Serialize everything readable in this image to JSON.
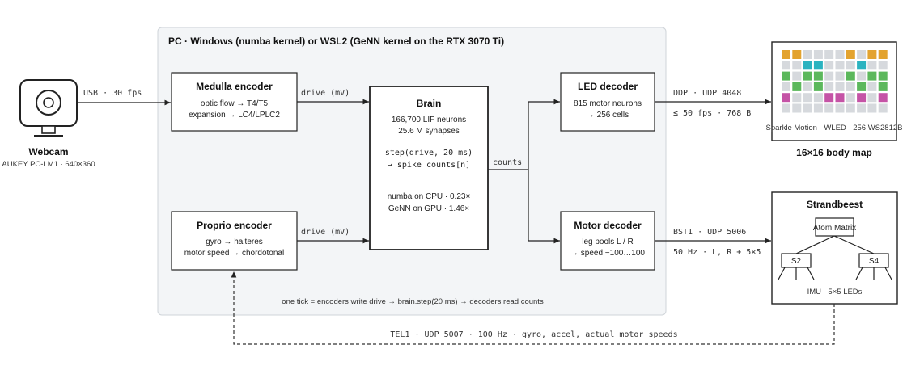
{
  "pc_panel": {
    "title": "PC · Windows (numba kernel) or WSL2 (GeNN kernel on the RTX 3070 Ti)",
    "footnote": "one tick = encoders write drive → brain.step(20 ms) → decoders read counts"
  },
  "webcam": {
    "title": "Webcam",
    "subtitle": "AUKEY PC-LM1 · 640×360",
    "link_label": "USB · 30 fps"
  },
  "medulla": {
    "title": "Medulla encoder",
    "line1": "optic flow → T4/T5",
    "line2": "expansion → LC4/LPLC2",
    "out_label": "drive (mV)"
  },
  "proprio": {
    "title": "Proprio encoder",
    "line1": "gyro → halteres",
    "line2": "motor speed → chordotonal",
    "out_label": "drive (mV)"
  },
  "brain": {
    "title": "Brain",
    "line1": "166,700 LIF neurons",
    "line2": "25.6 M synapses",
    "step1": "step(drive, 20 ms)",
    "step2": "→ spike counts[n]",
    "perf1": "numba on CPU · 0.23×",
    "perf2": "GeNN on GPU · 1.46×",
    "out_label": "counts"
  },
  "led_decoder": {
    "title": "LED decoder",
    "line1": "815 motor neurons",
    "line2": "→ 256 cells",
    "link_top": "DDP · UDP 4048",
    "link_bottom": "≤ 50 fps · 768 B"
  },
  "motor_decoder": {
    "title": "Motor decoder",
    "line1": "leg pools L / R",
    "line2": "→ speed −100…100",
    "link_top": "BST1 · UDP 5006",
    "link_bottom": "50 Hz · L, R + 5×5"
  },
  "body_map": {
    "caption": "Sparkle Motion · WLED · 256 WS2812B",
    "label": "16×16 body map",
    "colors": {
      "orange": "#e3a32f",
      "teal": "#2bb3c0",
      "green": "#5cb85c",
      "magenta": "#c553a6",
      "gray": "#d6d9dd"
    },
    "grid": [
      [
        "orange",
        "orange",
        "gray",
        "gray",
        "gray",
        "gray",
        "orange",
        "gray",
        "orange",
        "orange"
      ],
      [
        "gray",
        "gray",
        "teal",
        "teal",
        "gray",
        "gray",
        "gray",
        "teal",
        "gray",
        "gray"
      ],
      [
        "green",
        "gray",
        "green",
        "green",
        "gray",
        "gray",
        "green",
        "gray",
        "green",
        "green"
      ],
      [
        "gray",
        "green",
        "gray",
        "green",
        "gray",
        "gray",
        "gray",
        "green",
        "gray",
        "green"
      ],
      [
        "magenta",
        "gray",
        "gray",
        "gray",
        "magenta",
        "magenta",
        "gray",
        "magenta",
        "gray",
        "magenta"
      ],
      [
        "gray",
        "gray",
        "gray",
        "gray",
        "gray",
        "gray",
        "gray",
        "gray",
        "gray",
        "gray"
      ]
    ]
  },
  "strandbeest": {
    "title": "Strandbeest",
    "controller": "Atom Matrix",
    "servo_left": "S2",
    "servo_right": "S4",
    "caption": "IMU · 5×5 LEDs"
  },
  "telemetry": {
    "label": "TEL1 · UDP 5007 · 100 Hz · gyro, accel, actual motor speeds"
  }
}
